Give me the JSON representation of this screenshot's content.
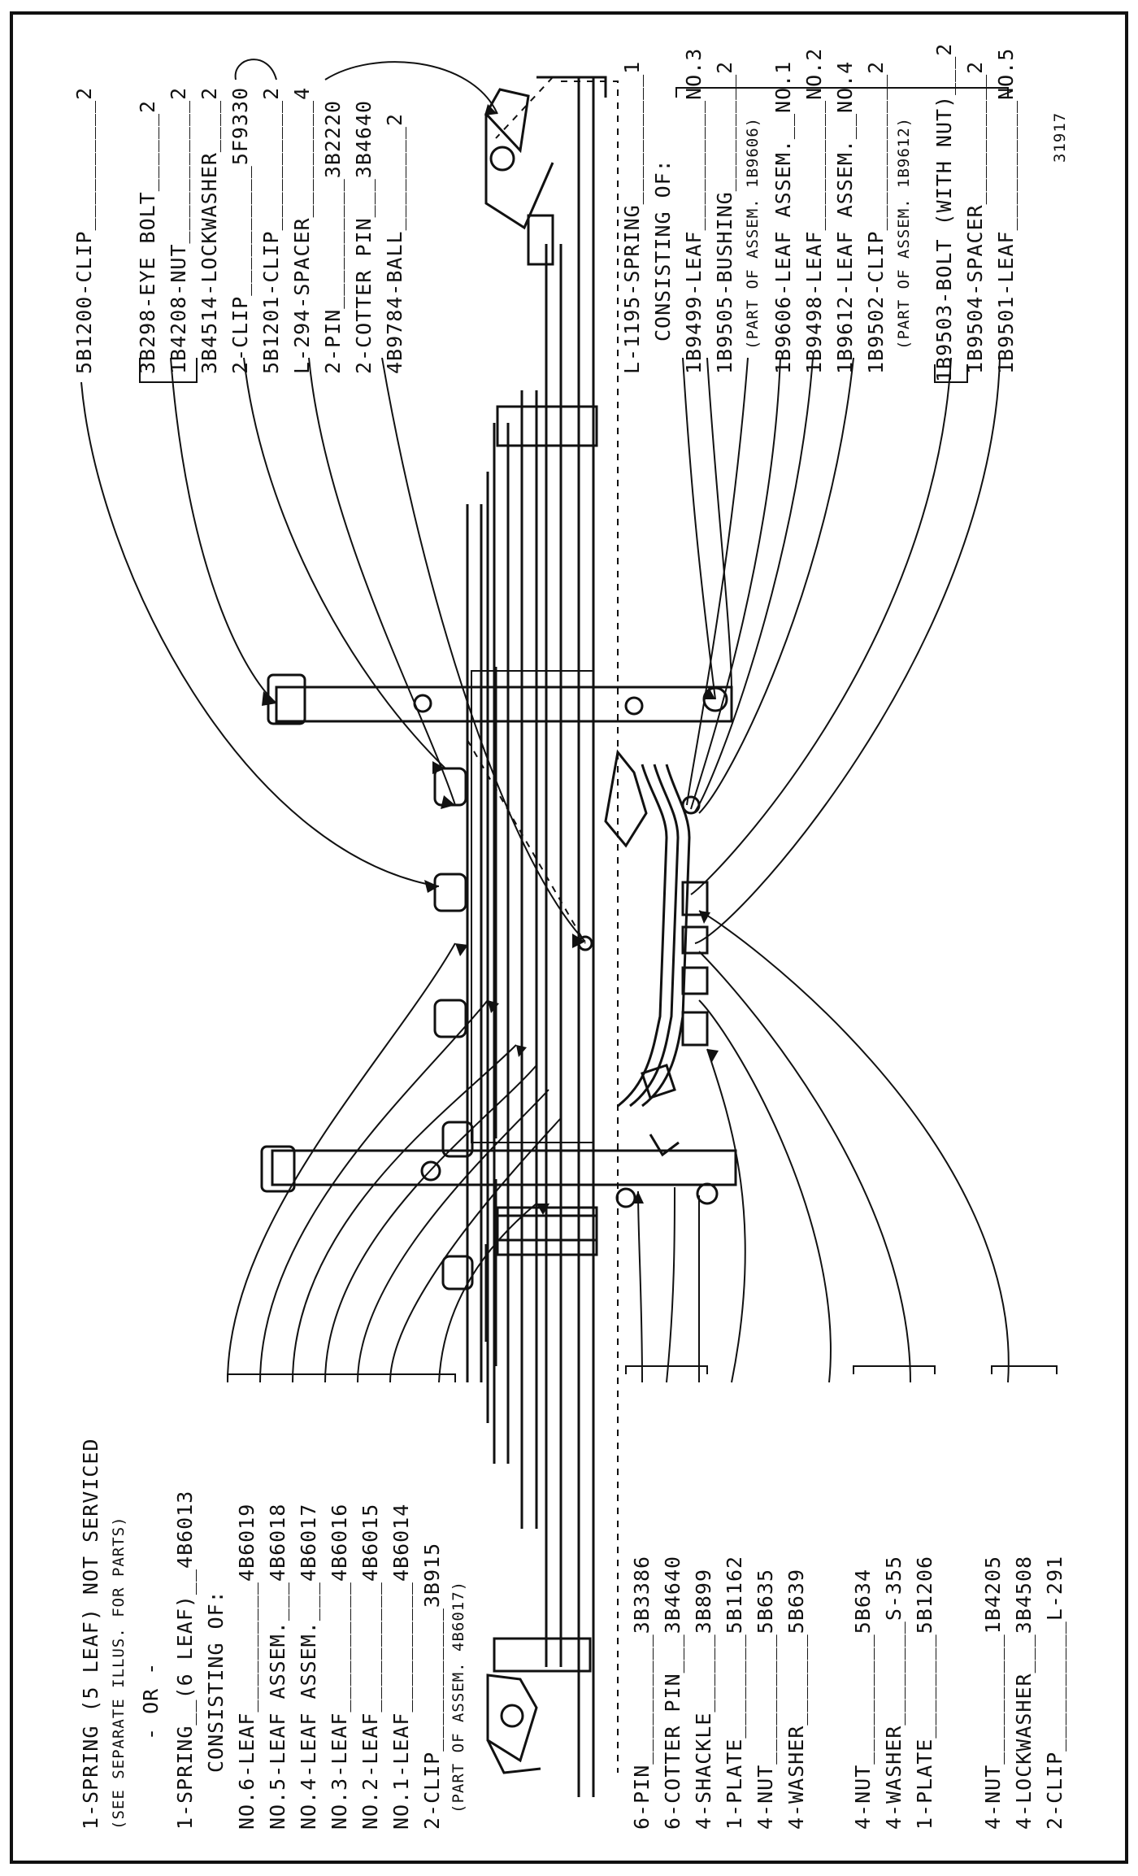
{
  "figure_number": "31917",
  "top_labels": {
    "clip_5b1200": "5B1200-CLIP__________2",
    "eye_bolt": "3B298-EYE BOLT______2",
    "nut_1b4208": "1B4208-NUT___________2",
    "lockwasher_3b4514": "3B4514-LOCKWASHER____2",
    "clip_5f9330": "2-CLIP__________5F9330",
    "clip_5b1201": "5B1201-CLIP__________2",
    "spacer_l294": "L-294-SPACER_________4",
    "pin_3b2220": "2-PIN__________3B2220",
    "cotter_pin_3b4640": "2-COTTER PIN___3B4640",
    "ball_4b9784": "4B9784-BALL________2",
    "spring_l1195": "L-1195-SPRING__________1",
    "consisting_of": "CONSISTING OF:",
    "leaf_no3": "1B9499-LEAF__________NO.3",
    "bushing": "1B9505-BUSHING_________2",
    "bushing_note": "(PART OF ASSEM. 1B9606)",
    "leaf_assem_no1": "1B9606-LEAF ASSEM.__NO.1",
    "leaf_no2": "1B9498-LEAF__________NO.2",
    "leaf_assem_no4": "1B9612-LEAF ASSEM.__NO.4",
    "clip_1b9502": "1B9502-CLIP____________2",
    "clip_note": "(PART OF ASSEM. 1B9612)",
    "bolt_1b9503": "1B9503-BOLT (WITH NUT)___2",
    "spacer_1b9504": "1B9504-SPACER__________2",
    "leaf_no5": "1B9501-LEAF__________NO.5"
  },
  "bottom_labels": {
    "spring_5leaf": "1-SPRING (5 LEAF) NOT SERVICED",
    "spring_5leaf_note": "(SEE SEPARATE ILLUS. FOR PARTS)",
    "or": "- OR -",
    "spring_6leaf": "1-SPRING__(6 LEAF)__4B6013",
    "consisting_of": "CONSISTING OF:",
    "leaf_no6": "NO.6-LEAF__________4B6019",
    "leaf_no5": "NO.5-LEAF ASSEM.___4B6018",
    "leaf_no4": "NO.4-LEAF ASSEM.___4B6017",
    "leaf_no3": "NO.3-LEAF__________4B6016",
    "leaf_no2": "NO.2-LEAF__________4B6015",
    "leaf_no1": "NO.1-LEAF__________4B6014",
    "clip_3b915": "2-CLIP___________3B915",
    "clip_note": "(PART OF ASSEM. 4B6017)",
    "pin_3b3386": "6-PIN__________3B3386",
    "cotter_pin_3b4640": "6-COTTER PIN___3B4640",
    "shackle": "4-SHACKLE______3B899",
    "plate_5b1162": "1-PLATE________5B1162",
    "nut_5b635": "4-NUT__________5B635",
    "washer_5b639": "4-WASHER_______5B639",
    "nut_5b634": "4-NUT__________5B634",
    "washer_s355": "4-WASHER________S-355",
    "plate_5b1206": "1-PLATE________5B1206",
    "nut_1b4205": "4-NUT__________1B4205",
    "lockwasher_3b4508": "4-LOCKWASHER___3B4508",
    "clip_l291": "2-CLIP__________L-291"
  }
}
